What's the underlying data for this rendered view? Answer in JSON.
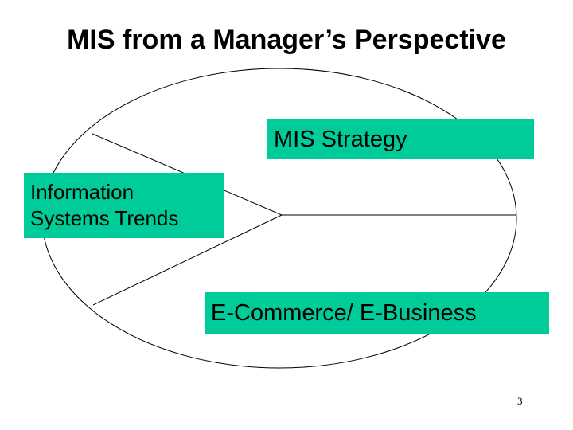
{
  "slide": {
    "title": "MIS from a Manager’s Perspective",
    "page_number": "3"
  },
  "diagram": {
    "sections": {
      "strategy": "MIS Strategy",
      "trends_line1": "Information",
      "trends_line2": "Systems Trends",
      "ecommerce": "E-Commerce/ E-Business"
    },
    "label_fill_color": "#00cc99",
    "outline_color": "#000000"
  }
}
